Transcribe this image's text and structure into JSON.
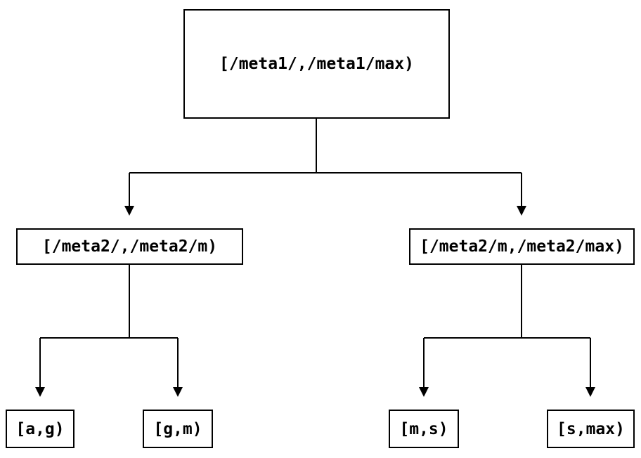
{
  "diagram": {
    "colors": {
      "background": "#ffffff",
      "line": "#000000",
      "node_border": "#000000",
      "node_fill": "#ffffff",
      "text": "#000000"
    },
    "nodes": {
      "root": {
        "label": "[/meta1/,/meta1/max)"
      },
      "meta2_left": {
        "label": "[/meta2/,/meta2/m)"
      },
      "meta2_right": {
        "label": "[/meta2/m,/meta2/max)"
      },
      "leaf_ag": {
        "label": "[a,g)"
      },
      "leaf_gm": {
        "label": "[g,m)"
      },
      "leaf_ms": {
        "label": "[m,s)"
      },
      "leaf_smax": {
        "label": "[s,max)"
      }
    },
    "edges": [
      {
        "from": "root",
        "to": "meta2_left"
      },
      {
        "from": "root",
        "to": "meta2_right"
      },
      {
        "from": "meta2_left",
        "to": "leaf_ag"
      },
      {
        "from": "meta2_left",
        "to": "leaf_gm"
      },
      {
        "from": "meta2_right",
        "to": "leaf_ms"
      },
      {
        "from": "meta2_right",
        "to": "leaf_smax"
      }
    ]
  }
}
